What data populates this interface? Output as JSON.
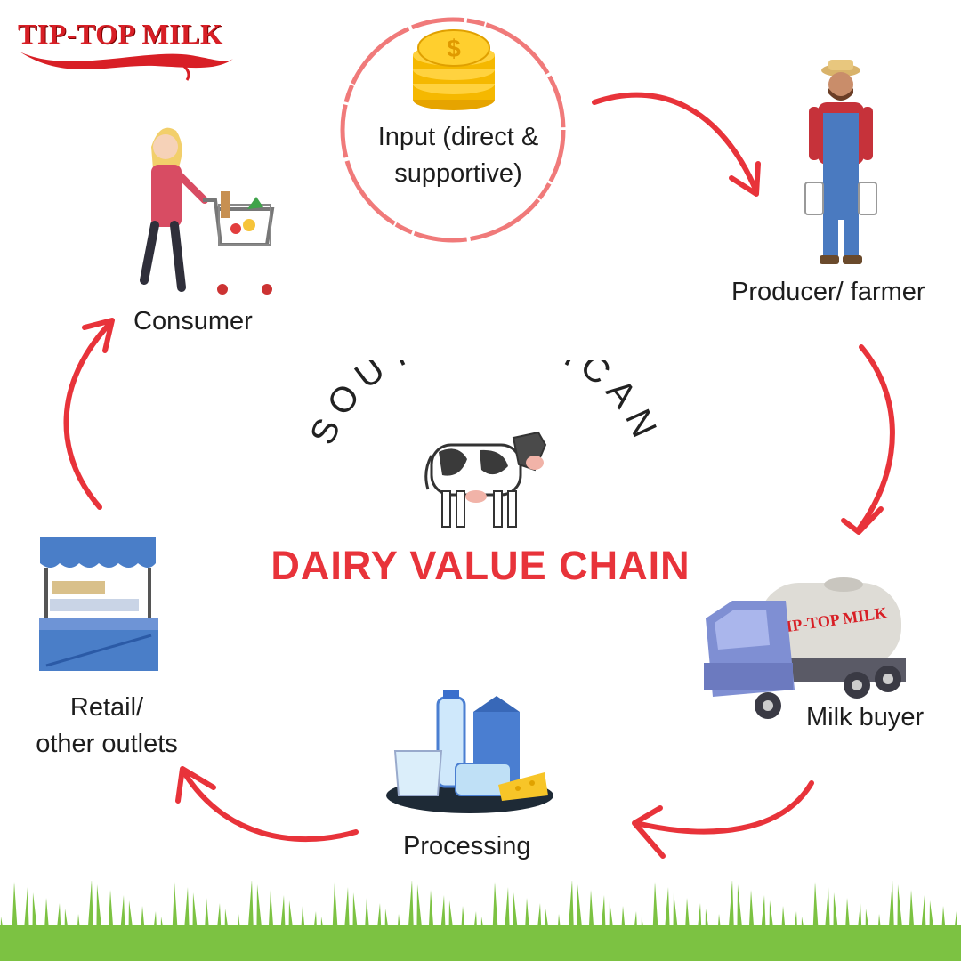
{
  "brand": {
    "logo_text": "TIP-TOP MILK"
  },
  "title": {
    "arc_text": "SOUTH AFRICAN",
    "main": "DAIRY VALUE CHAIN"
  },
  "nodes": {
    "input": {
      "line1": "Input (direct &",
      "line2": "supportive)"
    },
    "producer": {
      "label": "Producer/ farmer"
    },
    "buyer": {
      "label": "Milk buyer",
      "truck_logo": "TIP-TOP MILK"
    },
    "processing": {
      "label": "Processing"
    },
    "retail": {
      "line1": "Retail/",
      "line2": "other outlets"
    },
    "consumer": {
      "label": "Consumer"
    }
  },
  "flow": [
    "Input (direct & supportive)",
    "Producer/ farmer",
    "Milk buyer",
    "Processing",
    "Retail/ other outlets",
    "Consumer"
  ],
  "icons": {
    "input": "coin-stack-icon",
    "producer": "farmer-icon",
    "buyer": "milk-tanker-truck-icon",
    "processing": "dairy-products-icon",
    "retail": "market-stall-icon",
    "consumer": "shopper-with-cart-icon",
    "center": "cow-icon"
  },
  "colors": {
    "accent": "#e8333a",
    "arrow": "#e8333a",
    "grass": "#7cc242",
    "circle": "#f07a7a"
  }
}
